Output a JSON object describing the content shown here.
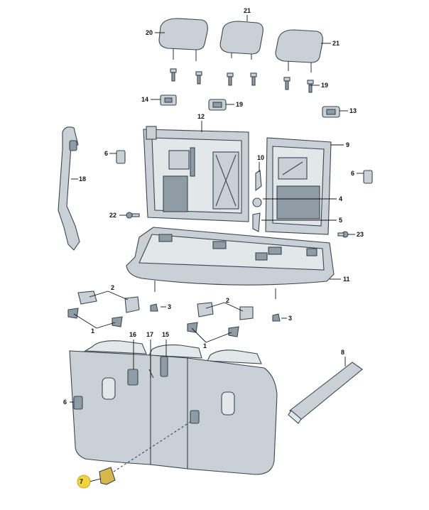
{
  "diagram": {
    "callouts": [
      {
        "id": "c1a",
        "label": "1"
      },
      {
        "id": "c1b",
        "label": "1"
      },
      {
        "id": "c2a",
        "label": "2"
      },
      {
        "id": "c2b",
        "label": "2"
      },
      {
        "id": "c3a",
        "label": "3"
      },
      {
        "id": "c3b",
        "label": "3"
      },
      {
        "id": "c4",
        "label": "4"
      },
      {
        "id": "c5",
        "label": "5"
      },
      {
        "id": "c6a",
        "label": "6"
      },
      {
        "id": "c6b",
        "label": "6"
      },
      {
        "id": "c6c",
        "label": "6"
      },
      {
        "id": "c7",
        "label": "7"
      },
      {
        "id": "c8",
        "label": "8"
      },
      {
        "id": "c9",
        "label": "9"
      },
      {
        "id": "c10",
        "label": "10"
      },
      {
        "id": "c11",
        "label": "11"
      },
      {
        "id": "c12",
        "label": "12"
      },
      {
        "id": "c13",
        "label": "13"
      },
      {
        "id": "c14",
        "label": "14"
      },
      {
        "id": "c15",
        "label": "15"
      },
      {
        "id": "c16",
        "label": "16"
      },
      {
        "id": "c17",
        "label": "17"
      },
      {
        "id": "c18",
        "label": "18"
      },
      {
        "id": "c19a",
        "label": "19"
      },
      {
        "id": "c19b",
        "label": "19"
      },
      {
        "id": "c20",
        "label": "20"
      },
      {
        "id": "c21a",
        "label": "21"
      },
      {
        "id": "c21b",
        "label": "21"
      },
      {
        "id": "c22",
        "label": "22"
      },
      {
        "id": "c23",
        "label": "23"
      }
    ],
    "highlight_color": "#f2d43a",
    "part_color": "#c9d1d6",
    "outline_color": "#3a4650"
  }
}
